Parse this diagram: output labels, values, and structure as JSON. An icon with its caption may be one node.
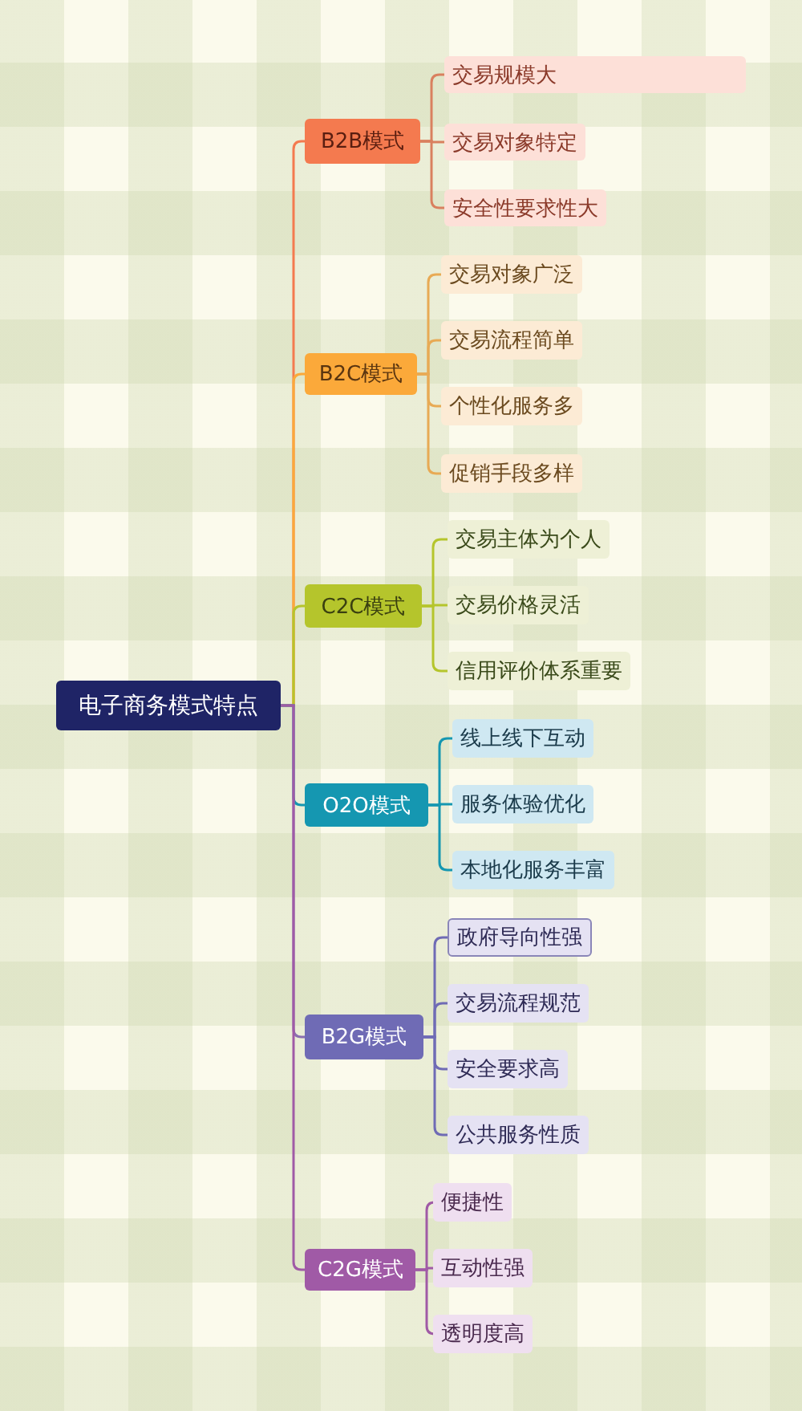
{
  "diagram": {
    "nodes": [
      {
        "text": [
          "电子商务模式特点"
        ]
      },
      {
        "text": [
          "B2B模式"
        ]
      },
      {
        "text": [
          "交易规模大"
        ]
      },
      {
        "text": [
          "交易对象特定"
        ]
      },
      {
        "text": [
          "安全性要求性大"
        ]
      },
      {
        "text": [
          "B2C模式"
        ]
      },
      {
        "text": [
          "交易对象广泛"
        ]
      },
      {
        "text": [
          "交易流程简单"
        ]
      },
      {
        "text": [
          "个性化服务多"
        ]
      },
      {
        "text": [
          "促销手段多样"
        ]
      },
      {
        "text": [
          "C2C模式"
        ]
      },
      {
        "text": [
          "交易主体为个人"
        ]
      },
      {
        "text": [
          "交易价格灵活"
        ]
      },
      {
        "text": [
          "信用评价体系重要"
        ]
      },
      {
        "text": [
          "O2O模式"
        ]
      },
      {
        "text": [
          "线上线下互动"
        ]
      },
      {
        "text": [
          "服务体验优化"
        ]
      },
      {
        "text": [
          "本地化服务丰富"
        ]
      },
      {
        "text": [
          "B2G模式"
        ]
      },
      {
        "text": [
          "政府导向性强"
        ]
      },
      {
        "text": [
          "交易流程规范"
        ]
      },
      {
        "text": [
          "安全要求高"
        ]
      },
      {
        "text": [
          "公共服务性质"
        ]
      },
      {
        "text": [
          "C2G模式"
        ]
      },
      {
        "text": [
          "便捷性"
        ]
      },
      {
        "text": [
          "互动性强"
        ]
      },
      {
        "text": [
          "透明度高"
        ]
      }
    ],
    "edges": [
      {
        "from": 0,
        "to": 1,
        "arrow": "none",
        "color": "#f47a4f"
      },
      {
        "from": 0,
        "to": 5,
        "arrow": "none",
        "color": "#fba93a"
      },
      {
        "from": 0,
        "to": 10,
        "arrow": "none",
        "color": "#b5c52c"
      },
      {
        "from": 0,
        "to": 14,
        "arrow": "none",
        "color": "#1597b1"
      },
      {
        "from": 0,
        "to": 18,
        "arrow": "none",
        "color": "#8a6fb0"
      },
      {
        "from": 0,
        "to": 23,
        "arrow": "none",
        "color": "#a05aa6"
      },
      {
        "from": 1,
        "to": 2,
        "arrow": "none",
        "color": "#d9805f"
      },
      {
        "from": 1,
        "to": 3,
        "arrow": "none",
        "color": "#d9805f"
      },
      {
        "from": 1,
        "to": 4,
        "arrow": "none",
        "color": "#d9805f"
      },
      {
        "from": 5,
        "to": 6,
        "arrow": "none",
        "color": "#e8aa55"
      },
      {
        "from": 5,
        "to": 7,
        "arrow": "none",
        "color": "#e8aa55"
      },
      {
        "from": 5,
        "to": 8,
        "arrow": "none",
        "color": "#e8aa55"
      },
      {
        "from": 5,
        "to": 9,
        "arrow": "none",
        "color": "#e8aa55"
      },
      {
        "from": 10,
        "to": 11,
        "arrow": "none",
        "color": "#b5c52c"
      },
      {
        "from": 10,
        "to": 12,
        "arrow": "none",
        "color": "#b5c52c"
      },
      {
        "from": 10,
        "to": 13,
        "arrow": "none",
        "color": "#b5c52c"
      },
      {
        "from": 14,
        "to": 15,
        "arrow": "none",
        "color": "#1597b1"
      },
      {
        "from": 14,
        "to": 16,
        "arrow": "none",
        "color": "#1597b1"
      },
      {
        "from": 14,
        "to": 17,
        "arrow": "none",
        "color": "#1597b1"
      },
      {
        "from": 18,
        "to": 19,
        "arrow": "none",
        "color": "#6f6bb5"
      },
      {
        "from": 18,
        "to": 20,
        "arrow": "none",
        "color": "#6f6bb5"
      },
      {
        "from": 18,
        "to": 21,
        "arrow": "none",
        "color": "#6f6bb5"
      },
      {
        "from": 18,
        "to": 22,
        "arrow": "none",
        "color": "#6f6bb5"
      },
      {
        "from": 23,
        "to": 24,
        "arrow": "none",
        "color": "#a05aa6"
      },
      {
        "from": 23,
        "to": 25,
        "arrow": "none",
        "color": "#a05aa6"
      },
      {
        "from": 23,
        "to": 26,
        "arrow": "none",
        "color": "#a05aa6"
      }
    ]
  }
}
